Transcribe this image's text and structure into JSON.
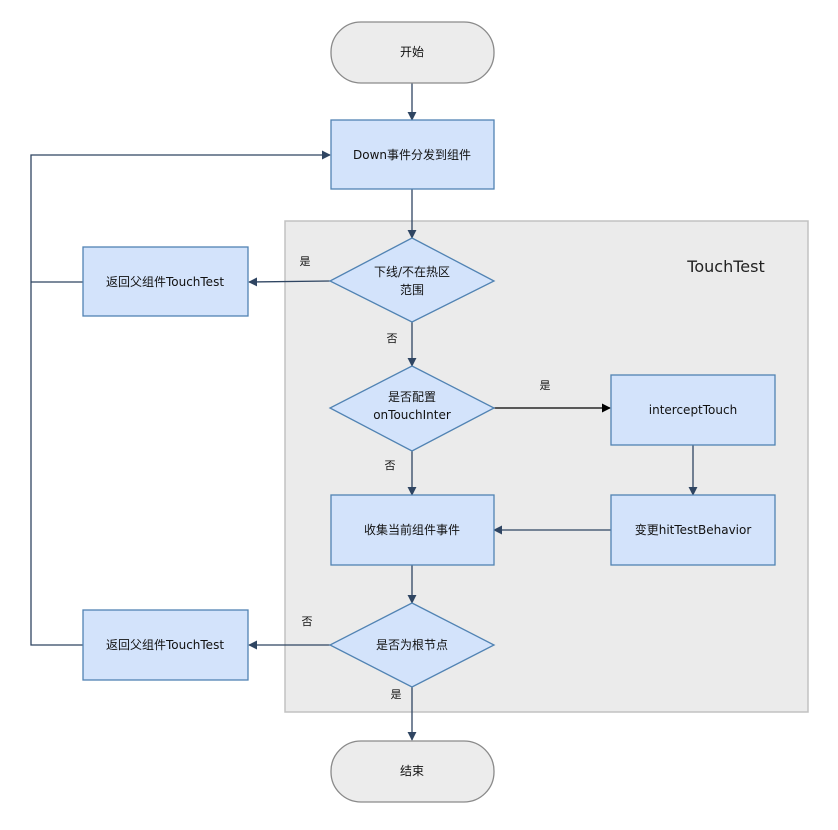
{
  "colors": {
    "process_fill": "#d3e3fb",
    "process_stroke": "#5183b3",
    "terminal_fill": "#ececec",
    "terminal_stroke": "#8a8a8a",
    "group_fill": "#ebebeb",
    "group_stroke": "#c2c2c2",
    "edge": "#2f4562"
  },
  "group": {
    "title": "TouchTest"
  },
  "nodes": {
    "start": "开始",
    "down_dispatch": "Down事件分发到组件",
    "check_hotzone_line1": "下线/不在热区",
    "check_hotzone_line2": "范围",
    "return_parent_top": "返回父组件TouchTest",
    "check_config_line1": "是否配置",
    "check_config_line2": "onTouchInter",
    "intercept_touch": "interceptTouch",
    "change_behavior": "变更hitTestBehavior",
    "collect_events": "收集当前组件事件",
    "check_root": "是否为根节点",
    "return_parent_bottom": "返回父组件TouchTest",
    "end": "结束"
  },
  "edge_labels": {
    "hotzone_yes": "是",
    "hotzone_no": "否",
    "config_yes": "是",
    "config_no": "否",
    "root_no": "否",
    "root_yes": "是"
  }
}
